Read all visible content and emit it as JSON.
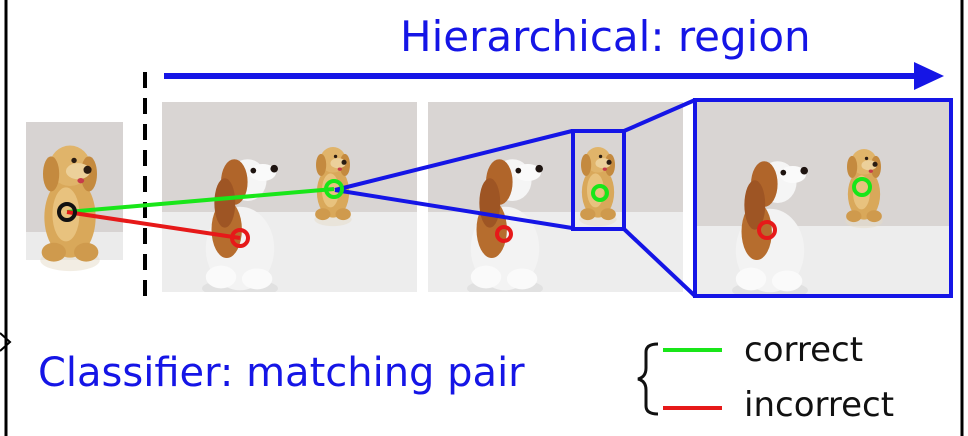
{
  "title": "Hierarchical: region",
  "classifier_label": "Classifier: matching pair",
  "legend": [
    {
      "label": "correct",
      "color": "#19e619"
    },
    {
      "label": "incorrect",
      "color": "#e61919"
    }
  ],
  "colors": {
    "accent": "#1515e6",
    "background_wall": "#d9d5d3",
    "floor": "#ececec"
  },
  "images": [
    {
      "name": "query-dog-image",
      "content": "single golden retriever figurine"
    },
    {
      "name": "scene-image",
      "content": "spaniel figurine and retriever figurine"
    },
    {
      "name": "scene-image-zoom-region",
      "content": "same scene with selected region"
    },
    {
      "name": "zoomed-region-image",
      "content": "enlarged region"
    }
  ],
  "icons": [
    "dashed-separator",
    "arrow-right-icon",
    "brace-icon"
  ]
}
